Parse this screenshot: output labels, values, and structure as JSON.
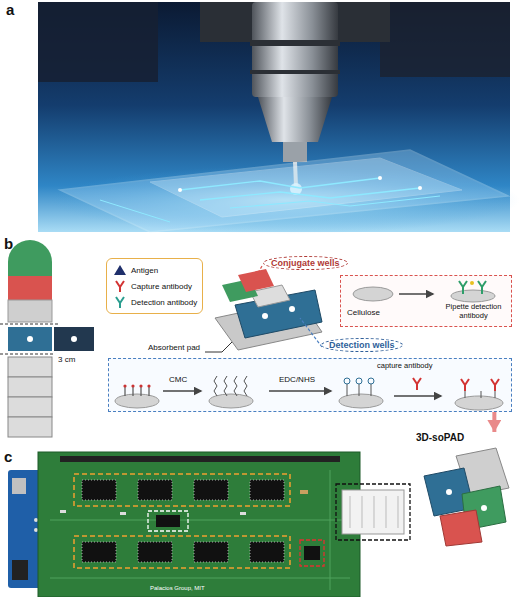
{
  "diagram": {
    "nodes": [
      {
        "text": [
          "Conjugate wells",
          "Cellulose",
          "Pipette detection antibody"
        ]
      },
      {
        "text": [
          "Detection wells",
          "CMC",
          "EDC/NHS",
          "capture antibody"
        ]
      },
      {
        "text": [
          "3D-soPAD"
        ]
      }
    ],
    "edges": [
      {
        "from": 1,
        "to": 2,
        "arrow": "to"
      }
    ],
    "labels": [
      "a",
      "b",
      "c",
      "3 cm",
      "Absorbent pad",
      "Palacios Group, MIT"
    ],
    "legend": [
      {
        "text": "Antigen"
      },
      {
        "text": "Capture antibody"
      },
      {
        "text": "Detection antibody"
      }
    ]
  }
}
